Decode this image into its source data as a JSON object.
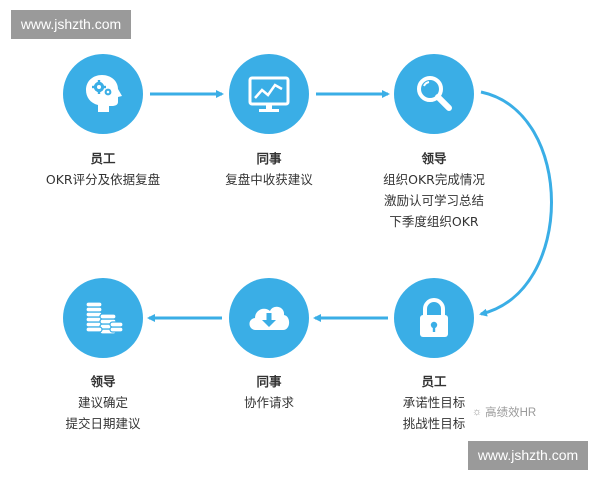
{
  "watermark": {
    "top": "www.jshzth.com",
    "bottom": "www.jshzth.com"
  },
  "brand": {
    "text": "高绩效HR"
  },
  "colors": {
    "node": "#3aaee6",
    "arrow": "#3aaee6"
  },
  "steps": [
    {
      "icon": "head-gears-icon",
      "role": "员工",
      "lines": [
        "OKR评分及依据复盘"
      ]
    },
    {
      "icon": "monitor-chart-icon",
      "role": "同事",
      "lines": [
        "复盘中收获建议"
      ]
    },
    {
      "icon": "magnifier-icon",
      "role": "领导",
      "lines": [
        "组织OKR完成情况",
        "激励认可学习总结",
        "下季度组织OKR"
      ]
    },
    {
      "icon": "padlock-icon",
      "role": "员工",
      "lines": [
        "承诺性目标",
        "挑战性目标"
      ]
    },
    {
      "icon": "cloud-download-icon",
      "role": "同事",
      "lines": [
        "协作请求"
      ]
    },
    {
      "icon": "coin-stacks-icon",
      "role": "领导",
      "lines": [
        "建议确定",
        "提交日期建议"
      ]
    }
  ]
}
